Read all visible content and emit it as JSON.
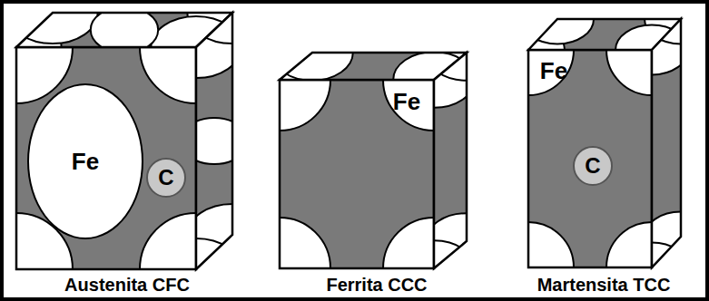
{
  "diagram": {
    "nodes": [
      {
        "text": [
          "Fe"
        ]
      },
      {
        "text": [
          "C"
        ]
      },
      {
        "text": [
          "Fe"
        ]
      },
      {
        "text": [
          "Fe"
        ]
      },
      {
        "text": [
          "C"
        ]
      }
    ],
    "labels": [
      "Austenita CFC",
      "Ferrita CCC",
      "Martensita TCC"
    ]
  }
}
